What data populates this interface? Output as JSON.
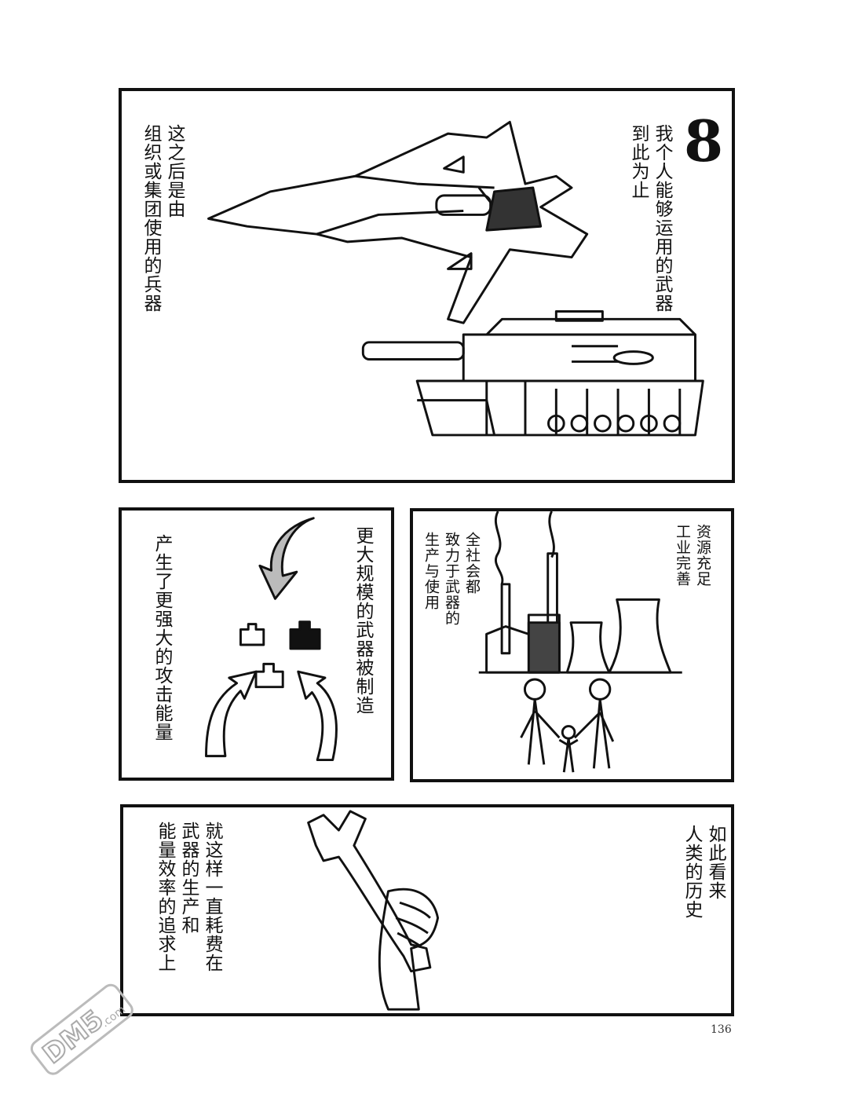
{
  "panels": [
    {
      "chapter_number": "8",
      "text_right": "我个人能够运用的武器\n到此为止",
      "text_left": "这之后是由\n组织或集团使用的兵器"
    },
    {
      "text_right": "更大规模的武器被制造",
      "text_left": "产生了更强大的攻击能量"
    },
    {
      "text_right": "资源充足\n工业完善",
      "text_left": "全社会都\n致力于武器的\n生产与使用"
    },
    {
      "text_right": "如此看来\n人类的历史",
      "text_left": "就这样一直耗费在\n武器的生产和\n能量效率的追求上"
    }
  ],
  "page_number": "136",
  "watermark": "DM5.com"
}
